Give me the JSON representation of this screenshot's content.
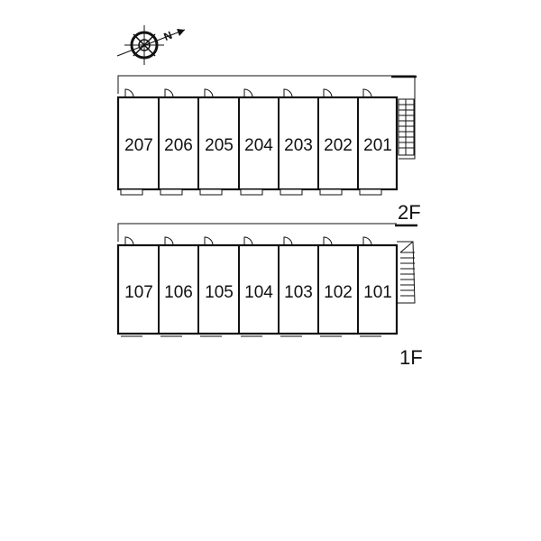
{
  "compass": {
    "label": "N",
    "icon": "compass-north-icon"
  },
  "floors": [
    {
      "label": "2F",
      "units": [
        "207",
        "206",
        "205",
        "204",
        "203",
        "202",
        "201"
      ]
    },
    {
      "label": "1F",
      "units": [
        "107",
        "106",
        "105",
        "104",
        "103",
        "102",
        "101"
      ]
    }
  ]
}
